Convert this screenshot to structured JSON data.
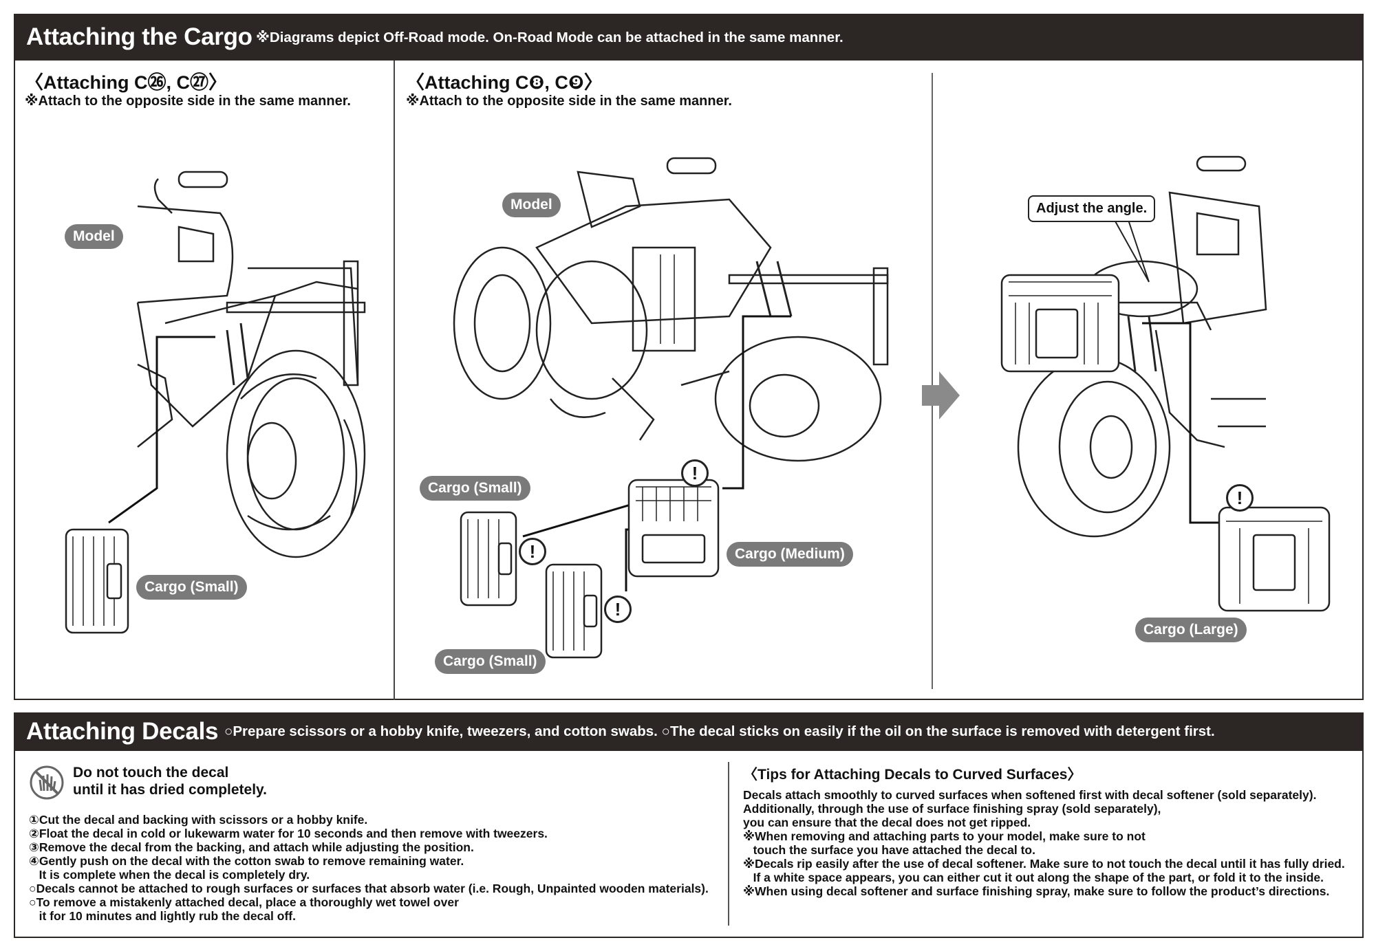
{
  "cargo_section": {
    "title": "Attaching the Cargo",
    "note": "※Diagrams depict Off-Road mode. On-Road Mode can be attached in the same manner.",
    "step1": {
      "title": "〈Attaching C㉖, C㉗〉",
      "note": "※Attach to the opposite side in the same manner.",
      "labels": {
        "model": "Model",
        "cargo_small": "Cargo (Small)"
      }
    },
    "step2": {
      "title": "〈Attaching C❽, C❾〉",
      "note": "※Attach to the opposite side in the same manner.",
      "labels": {
        "model": "Model",
        "cargo_small_a": "Cargo (Small)",
        "cargo_medium": "Cargo (Medium)",
        "cargo_small_b": "Cargo (Small)"
      }
    },
    "step3": {
      "callout": "Adjust the angle.",
      "labels": {
        "cargo_large": "Cargo (Large)"
      }
    },
    "warning_mark": "!"
  },
  "decals_section": {
    "title": "Attaching Decals",
    "note": "○Prepare scissors or a hobby knife, tweezers, and cotton swabs. ○The decal sticks on easily if the oil on the surface is removed with detergent first.",
    "warning": {
      "line1": "Do not touch the decal",
      "line2": "until it has dried completely."
    },
    "steps": [
      "①Cut the decal and backing with scissors or a hobby knife.",
      "②Float the decal in cold or lukewarm water for 10 seconds and then remove with tweezers.",
      "③Remove the decal from the backing, and attach while adjusting the position.",
      "④Gently push on the decal with the cotton swab to remove remaining water.",
      "   It is complete when the decal is completely dry.",
      "○Decals cannot be attached to rough surfaces or surfaces that absorb water (i.e. Rough, Unpainted wooden materials).",
      "○To remove a mistakenly attached decal, place a thoroughly wet towel over",
      "   it for 10 minutes and lightly rub the decal off."
    ],
    "tips": {
      "title": "〈Tips for Attaching Decals to Curved Surfaces〉",
      "lines": [
        "Decals attach smoothly to curved surfaces when softened first with decal softener (sold separately).",
        "Additionally, through the use of surface finishing spray (sold separately),",
        "you can ensure that the decal does not get ripped.",
        "※When removing and attaching parts to your model, make sure to not",
        "   touch the surface you have attached the decal to.",
        "※Decals rip easily after the use of decal softener. Make sure to not touch the decal until it has fully dried.",
        "   If a white space appears, you can either cut it out along the shape of the part, or fold it to the inside.",
        "※When using decal softener and surface finishing spray, make sure to follow the product’s directions."
      ]
    }
  }
}
